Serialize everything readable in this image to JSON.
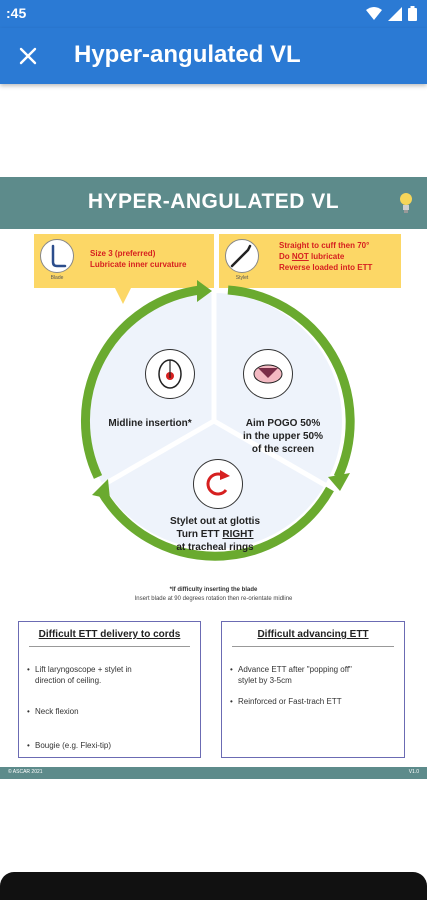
{
  "status": {
    "time": ":45"
  },
  "appbar": {
    "title": "Hyper-angulated VL"
  },
  "infographic": {
    "banner_title": "HYPER-ANGULATED VL",
    "callout_blade": {
      "caption": "Blade",
      "line1": "Size 3 (preferred)",
      "line2": "Lubricate inner curvature"
    },
    "callout_stylet": {
      "caption": "Stylet",
      "line1": "Straight to cuff then 70°",
      "line2_pre": "Do ",
      "line2_emph": "NOT",
      "line2_post": " lubricate",
      "line3": "Reverse loaded into ETT"
    },
    "step1": {
      "label": "Midline insertion*"
    },
    "step2": {
      "line1": "Aim POGO 50%",
      "line2": "in the upper 50%",
      "line3": "of the screen"
    },
    "step3": {
      "line1": "Stylet out at glottis",
      "line2_pre": "Turn ETT ",
      "line2_emph": "RIGHT",
      "line3": "at tracheal rings"
    },
    "footnote_title": "*If difficulty inserting the blade",
    "footnote_text": "Insert blade at 90 degrees rotation then re-orientate midline",
    "difficult_delivery": {
      "title": "Difficult ETT delivery to cords",
      "items": [
        "Lift laryngoscope + stylet in",
        "direction of ceiling.",
        "Neck flexion",
        "Bougie (e.g. Flexi-tip)"
      ]
    },
    "difficult_advancing": {
      "title": "Difficult advancing ETT",
      "items": [
        "Advance ETT after \"popping off\"",
        "stylet by 3-5cm",
        "Reinforced or Fast-trach ETT"
      ]
    },
    "footer_left": "© ASCAR 2021",
    "footer_right": "V1.0"
  },
  "colors": {
    "appbar": "#2b7ad4",
    "banner": "#5d8b8b",
    "callout": "#fcd766",
    "cycle_arrow": "#6aaa2f",
    "alert_red": "#d62020"
  },
  "icons": [
    "close-icon",
    "wifi-icon",
    "signal-icon",
    "battery-icon",
    "lightbulb-icon",
    "blade-icon",
    "stylet-icon",
    "face-icon",
    "glottis-icon",
    "rotate-arrow-icon"
  ]
}
